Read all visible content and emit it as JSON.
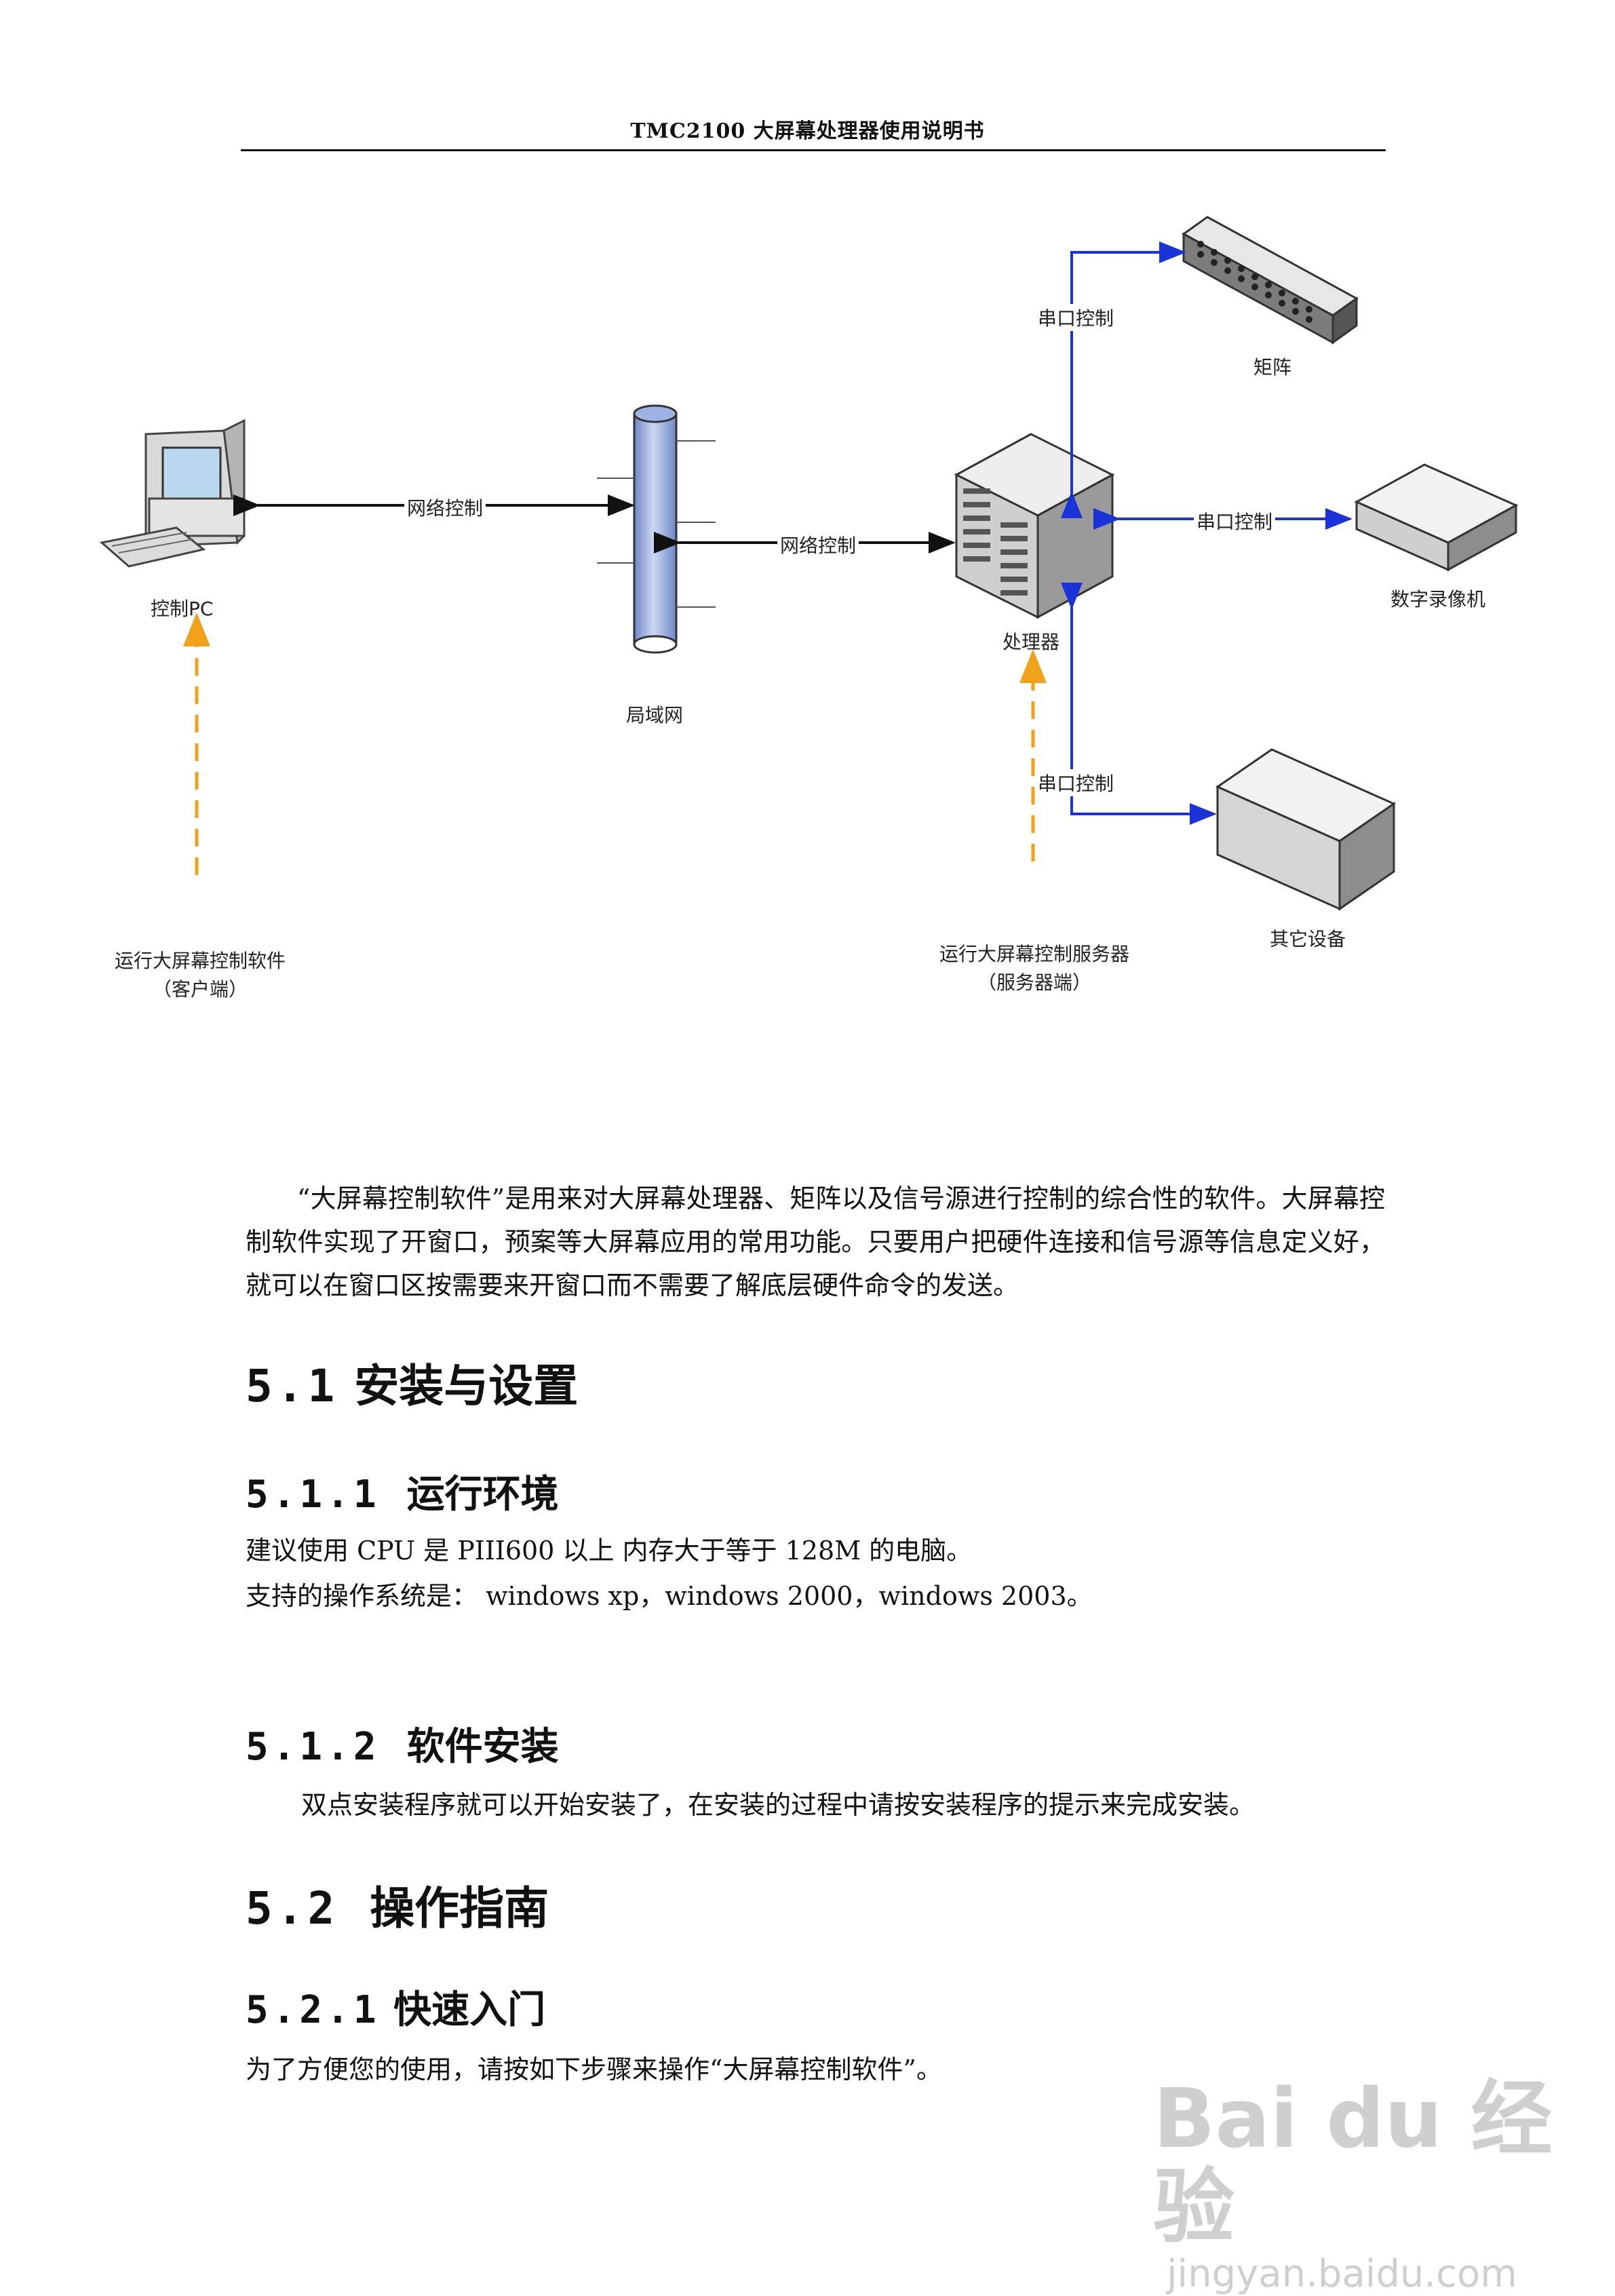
{
  "header": {
    "title": "TMC2100 大屏幕处理器使用说明书"
  },
  "diagram": {
    "labels": {
      "pc": "控制PC",
      "lan": "局域网",
      "processor": "处理器",
      "matrix": "矩阵",
      "dvr": "数字录像机",
      "other": "其它设备",
      "net_ctrl_1": "网络控制",
      "net_ctrl_2": "网络控制",
      "serial_1": "串口控制",
      "serial_2": "串口控制",
      "serial_3": "串口控制",
      "client_l1": "运行大屏幕控制软件",
      "client_l2": "（客户端）",
      "server_l1": "运行大屏幕控制服务器",
      "server_l2": "（服务器端）"
    },
    "colors": {
      "serial": "#1a33d8",
      "dashed": "#f2a11a",
      "network": "#111111",
      "lan_pipe": "#8aa0d8"
    }
  },
  "body": {
    "intro": "“大屏幕控制软件”是用来对大屏幕处理器、矩阵以及信号源进行控制的综合性的软件。大屏幕控制软件实现了开窗口，预案等大屏幕应用的常用功能。只要用户把硬件连接和信号源等信息定义好，就可以在窗口区按需要来开窗口而不需要了解底层硬件命令的发送。",
    "s51": {
      "num": "5.1",
      "title": "安装与设置"
    },
    "s511": {
      "num": "5.1.1",
      "title": "运行环境"
    },
    "env_line1": "建议使用 CPU 是 PIII600 以上 内存大于等于 128M 的电脑。",
    "env_line2": "支持的操作系统是： windows xp，windows 2000，windows 2003。",
    "s512": {
      "num": "5.1.2",
      "title": "软件安装"
    },
    "install": "双点安装程序就可以开始安装了，在安装的过程中请按安装程序的提示来完成安装。",
    "s52": {
      "num": "5.2",
      "title": "操作指南"
    },
    "s521": {
      "num": "5.2.1",
      "title": "快速入门"
    },
    "quick": "为了方便您的使用，请按如下步骤来操作“大屏幕控制软件”。"
  },
  "watermark": {
    "brand": "Bai du 经验",
    "url": "jingyan.baidu.com"
  }
}
